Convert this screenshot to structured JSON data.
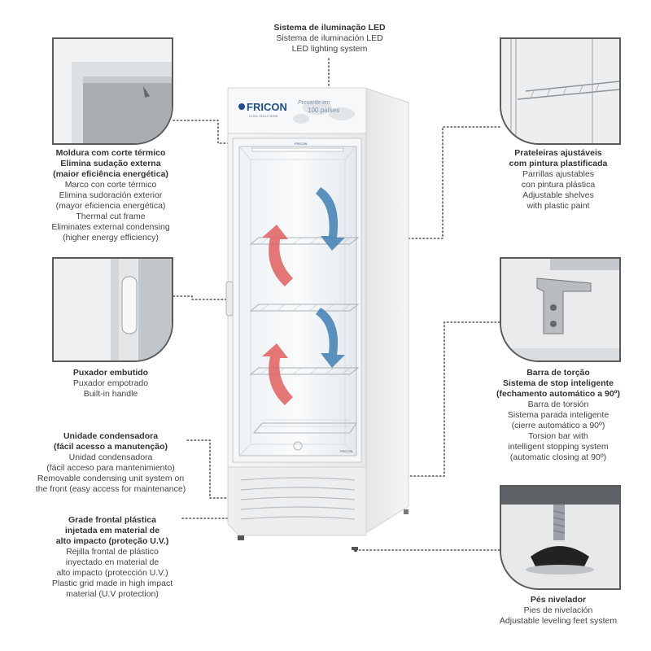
{
  "led": {
    "title": "Sistema de iluminação LED",
    "lines": [
      "Sistema de iluminación LED",
      "LED lighting system"
    ]
  },
  "frame": {
    "title_lines": [
      "Moldura com corte térmico",
      "Elimina sudação externa",
      "(maior eficiência energética)"
    ],
    "lines": [
      "Marco con corte térmico",
      "Elimina sudoración exterior",
      "(mayor eficiencia energética)",
      "Thermal cut frame",
      "Eliminates external condensing",
      "(higher energy efficiency)"
    ]
  },
  "handle": {
    "title": "Puxador embutido",
    "lines": [
      "Puxador empotrado",
      "Built-in handle"
    ]
  },
  "condenser": {
    "title_lines": [
      "Unidade condensadora",
      "(fácil acesso a manutenção)"
    ],
    "lines": [
      "Unidad condensadora",
      "(fácil acceso para mantenimiento)",
      "Removable condensing unit system on",
      "the front (easy access for maintenance)"
    ]
  },
  "grid": {
    "title_lines": [
      "Grade frontal plástica",
      "injetada em material de",
      "alto impacto (proteção U.V.)"
    ],
    "lines": [
      "Rejilla frontal de plástico",
      "inyectado en material de",
      "alto impacto (protección U.V.)",
      "Plastic grid made in high impact",
      "material (U.V protection)"
    ]
  },
  "shelves": {
    "title_lines": [
      "Prateleiras ajustáveis",
      "com pintura plastificada"
    ],
    "lines": [
      "Parrillas ajustables",
      "con pintura plástica",
      "Adjustable shelves",
      "with plastic paint"
    ]
  },
  "torsion": {
    "title_lines": [
      "Barra de torção",
      "Sistema de stop inteligente",
      "(fechamento automático a 90º)"
    ],
    "lines": [
      "Barra de torsión",
      "Sistema parada inteligente",
      "(cierre automático a 90º)",
      "Torsion bar with",
      "intelligent stopping system",
      "(automatic closing at 90º)"
    ]
  },
  "feet": {
    "title": "Pés nivelador",
    "lines": [
      "Pies de nivelación",
      "Adjustable leveling feet system"
    ]
  },
  "product": {
    "brand": "FRICON",
    "brand_sub": "COOL SOLUTIONS",
    "banner_line1": "Presente em",
    "banner_line2": "100 países",
    "door_brand": "FRICON",
    "door_badge": "FRICON"
  },
  "colors": {
    "accent_red": "#e0605e",
    "accent_blue": "#3f7fb4",
    "frame_gray": "#5a5a5a",
    "brand_blue": "#1f4f8a"
  }
}
